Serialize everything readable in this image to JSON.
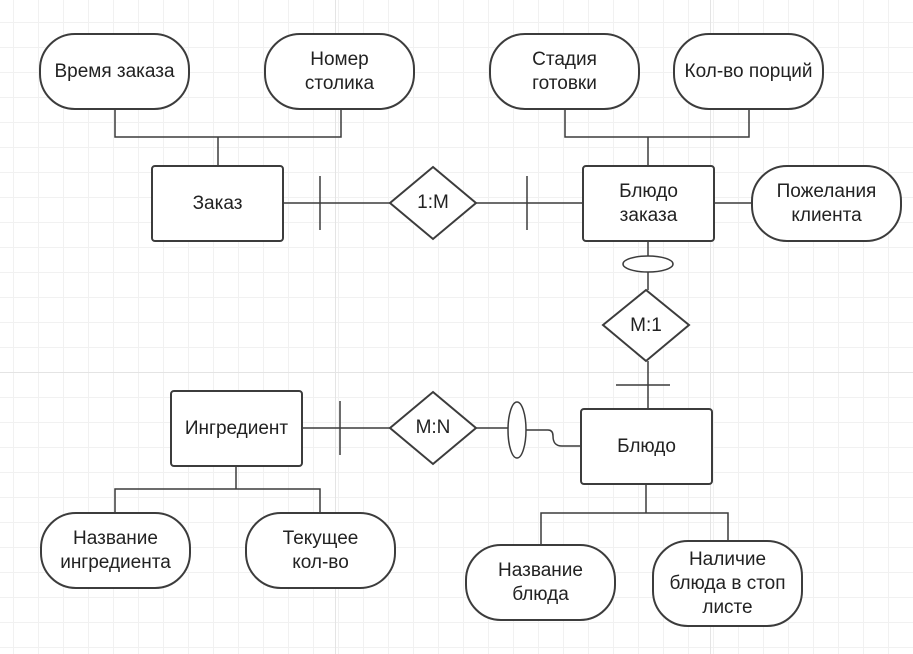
{
  "entities": {
    "order": "Заказ",
    "order_dish": "Блюдо\nзаказа",
    "dish": "Блюдо",
    "ingredient": "Ингредиент"
  },
  "attributes": {
    "order_time": "Время заказа",
    "table_number": "Номер\nстолика",
    "readiness_stage": "Стадия\nготовки",
    "portions_count": "Кол-во порций",
    "client_wishes": "Пожелания\nклиента",
    "ingredient_name": "Название\nингредиента",
    "current_amount": "Текущее\nкол-во",
    "dish_name": "Название\nблюда",
    "stop_list": "Наличие\nблюда в стоп\nлисте"
  },
  "relationships": {
    "order_order_dish": "1:M",
    "order_dish_dish": "M:1",
    "ingredient_dish": "M:N"
  },
  "colors": {
    "stroke": "#3c3c3c",
    "background": "#ffffff",
    "grid": "#e4e4e4"
  }
}
